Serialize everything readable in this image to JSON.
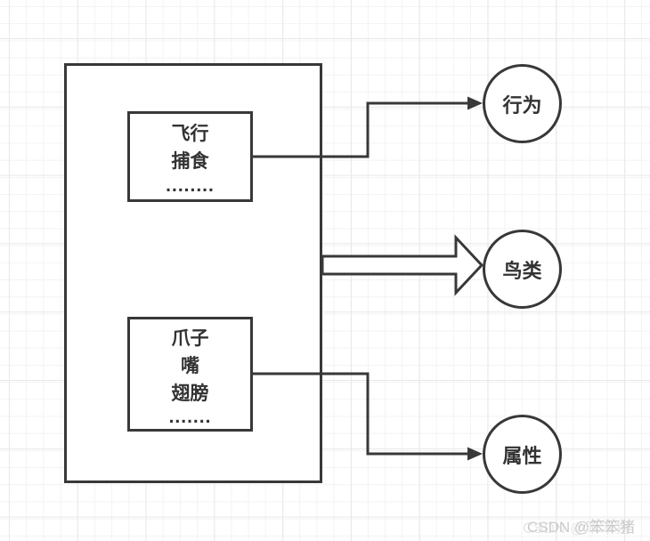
{
  "diagram": {
    "container": {
      "name": "bird-class-container"
    },
    "boxes": {
      "behaviors": {
        "lines": [
          "飞行",
          "捕食"
        ],
        "dots": "........"
      },
      "attributes": {
        "lines": [
          "爪子",
          "嘴",
          "翅膀"
        ],
        "dots": "......."
      }
    },
    "nodes": {
      "behavior": "行为",
      "bird": "鸟类",
      "attribute": "属性"
    },
    "colors": {
      "stroke": "#383838",
      "text": "#333333",
      "shape_fill": "#ffffff",
      "grid_minor": "#f3f3f3",
      "grid_major": "#e8e8e8",
      "watermark": "#cbcbcb"
    }
  },
  "watermark": {
    "text": "CSDN @笨笨猪"
  }
}
